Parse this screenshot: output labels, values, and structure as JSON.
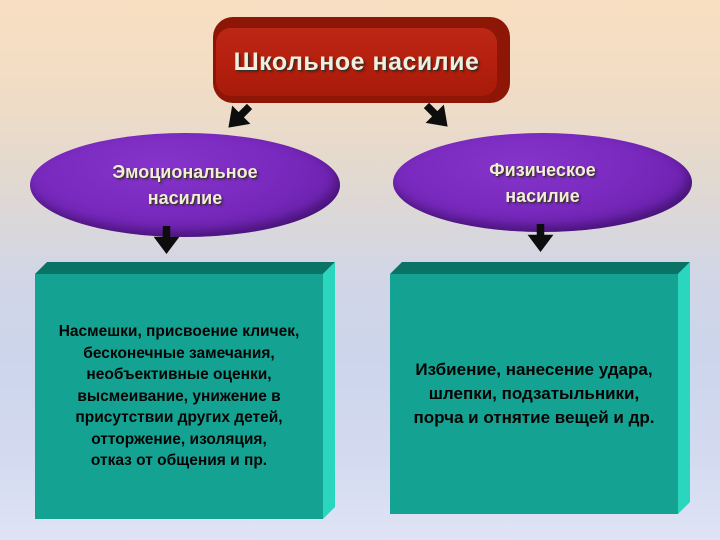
{
  "slide": {
    "title": "Школьное насилие",
    "branches": [
      {
        "id": "emotional",
        "label": "Эмоциональное\nнасилие",
        "description": "Насмешки, присвоение кличек,\nбесконечные замечания,\nнеобъективные оценки,\nвысмеивание, унижение в\nприсутствии других детей,\nотторжение, изоляция,\nотказ от общения и пр."
      },
      {
        "id": "physical",
        "label": "Физическое\nнасилие",
        "description": "Избиение, нанесение удара,\nшлепки, подзатыльники,\nпорча и отнятие вещей и др."
      }
    ],
    "colors": {
      "background_top": "#f8dfc1",
      "background_bottom": "#dfe3f5",
      "title_face": "#b41f0e",
      "title_edge": "#8e1606",
      "title_text": "#f3eedd",
      "ellipse_fill": "#7a2abf",
      "ellipse_edge": "#4d1882",
      "ellipse_text": "#f2ecd9",
      "box_face": "#14a392",
      "box_top_bevel": "#0a7366",
      "box_side_bevel": "#2bd6be",
      "body_text": "#040404",
      "arrow": "#0d0d0d"
    }
  }
}
